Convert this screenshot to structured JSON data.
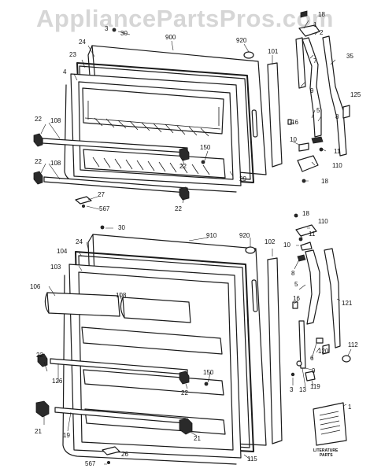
{
  "watermark": "AppliancePartsPros.com",
  "literature_text": [
    "LITERATURE",
    "PARTS"
  ],
  "callouts": [
    {
      "id": "c-18a",
      "text": "18"
    },
    {
      "id": "c-3-30a",
      "text": "3"
    },
    {
      "id": "c-30a",
      "text": "30"
    },
    {
      "id": "c-900",
      "text": "900"
    },
    {
      "id": "c-920a",
      "text": "920"
    },
    {
      "id": "c-1a",
      "text": "1"
    },
    {
      "id": "c-2a",
      "text": "2"
    },
    {
      "id": "c-24a",
      "text": "24"
    },
    {
      "id": "c-101",
      "text": "101"
    },
    {
      "id": "c-7",
      "text": "7"
    },
    {
      "id": "c-35",
      "text": "35"
    },
    {
      "id": "c-23",
      "text": "23"
    },
    {
      "id": "c-4",
      "text": "4"
    },
    {
      "id": "c-9a",
      "text": "9"
    },
    {
      "id": "c-125",
      "text": "125"
    },
    {
      "id": "c-16a",
      "text": "16"
    },
    {
      "id": "c-5a",
      "text": "5"
    },
    {
      "id": "c-8a",
      "text": "8"
    },
    {
      "id": "c-22a",
      "text": "22"
    },
    {
      "id": "c-108a",
      "text": "108"
    },
    {
      "id": "c-10a",
      "text": "10"
    },
    {
      "id": "c-11a",
      "text": "11"
    },
    {
      "id": "c-150a",
      "text": "150"
    },
    {
      "id": "c-22b",
      "text": "22"
    },
    {
      "id": "c-110a",
      "text": "110"
    },
    {
      "id": "c-108b",
      "text": "108"
    },
    {
      "id": "c-22c",
      "text": "22"
    },
    {
      "id": "c-29",
      "text": "29"
    },
    {
      "id": "c-18b",
      "text": "18"
    },
    {
      "id": "c-27",
      "text": "27"
    },
    {
      "id": "c-567a",
      "text": "567"
    },
    {
      "id": "c-22d",
      "text": "22"
    },
    {
      "id": "c-18c",
      "text": "18"
    },
    {
      "id": "c-110b",
      "text": "110"
    },
    {
      "id": "c-30b",
      "text": "30"
    },
    {
      "id": "c-910",
      "text": "910"
    },
    {
      "id": "c-920b",
      "text": "920"
    },
    {
      "id": "c-11b",
      "text": "11"
    },
    {
      "id": "c-24b",
      "text": "24"
    },
    {
      "id": "c-102",
      "text": "102"
    },
    {
      "id": "c-10b",
      "text": "10"
    },
    {
      "id": "c-104",
      "text": "104"
    },
    {
      "id": "c-103",
      "text": "103"
    },
    {
      "id": "c-8b",
      "text": "8"
    },
    {
      "id": "c-106",
      "text": "106"
    },
    {
      "id": "c-108c",
      "text": "108"
    },
    {
      "id": "c-5b",
      "text": "5"
    },
    {
      "id": "c-16b",
      "text": "16"
    },
    {
      "id": "c-121",
      "text": "121"
    },
    {
      "id": "c-112",
      "text": "112"
    },
    {
      "id": "c-120",
      "text": "120"
    },
    {
      "id": "c-6",
      "text": "6"
    },
    {
      "id": "c-22e",
      "text": "22"
    },
    {
      "id": "c-150b",
      "text": "150"
    },
    {
      "id": "c-126",
      "text": "126"
    },
    {
      "id": "c-9b",
      "text": "9"
    },
    {
      "id": "c-22f",
      "text": "22"
    },
    {
      "id": "c-3b",
      "text": "3"
    },
    {
      "id": "c-13",
      "text": "13"
    },
    {
      "id": "c-119",
      "text": "119"
    },
    {
      "id": "c-1b",
      "text": "1"
    },
    {
      "id": "c-21a",
      "text": "21"
    },
    {
      "id": "c-19",
      "text": "19"
    },
    {
      "id": "c-21b",
      "text": "21"
    },
    {
      "id": "c-26",
      "text": "26"
    },
    {
      "id": "c-567b",
      "text": "567"
    },
    {
      "id": "c-115",
      "text": "115"
    }
  ]
}
